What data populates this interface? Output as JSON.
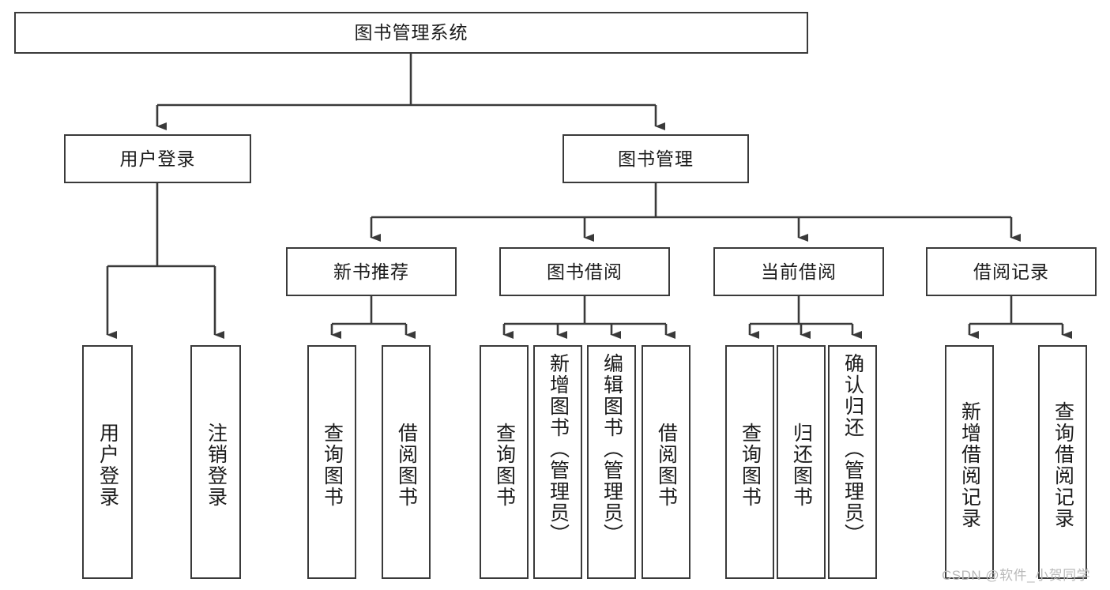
{
  "diagram": {
    "type": "tree-hierarchy-chart",
    "title": "图书管理系统",
    "watermark": "CSDN @软件_小贺同学",
    "colors": {
      "box_border": "#3a3a3a",
      "box_fill": "#ffffff",
      "connector": "#3a3a3a",
      "text": "#1b1b1b",
      "watermark": "#b9b9b9"
    },
    "levels": {
      "level1": {
        "label": "图书管理系统"
      },
      "level2": [
        {
          "label": "用户登录"
        },
        {
          "label": "图书管理"
        }
      ],
      "level3": [
        {
          "label": "新书推荐"
        },
        {
          "label": "图书借阅"
        },
        {
          "label": "当前借阅"
        },
        {
          "label": "借阅记录"
        }
      ]
    },
    "leaves": {
      "user_login": [
        {
          "label": "用户登录"
        },
        {
          "label": "注销登录"
        }
      ],
      "new_book_recommend": [
        {
          "label": "查询图书"
        },
        {
          "label": "借阅图书"
        }
      ],
      "book_borrow": [
        {
          "label": "查询图书"
        },
        {
          "label": "新增图书（管理员）"
        },
        {
          "label": "编辑图书（管理员）"
        },
        {
          "label": "借阅图书"
        }
      ],
      "current_borrow": [
        {
          "label": "查询图书"
        },
        {
          "label": "归还图书"
        },
        {
          "label": "确认归还（管理员）"
        }
      ],
      "borrow_records": [
        {
          "label": "新增借阅记录"
        },
        {
          "label": "查询借阅记录"
        }
      ]
    }
  }
}
